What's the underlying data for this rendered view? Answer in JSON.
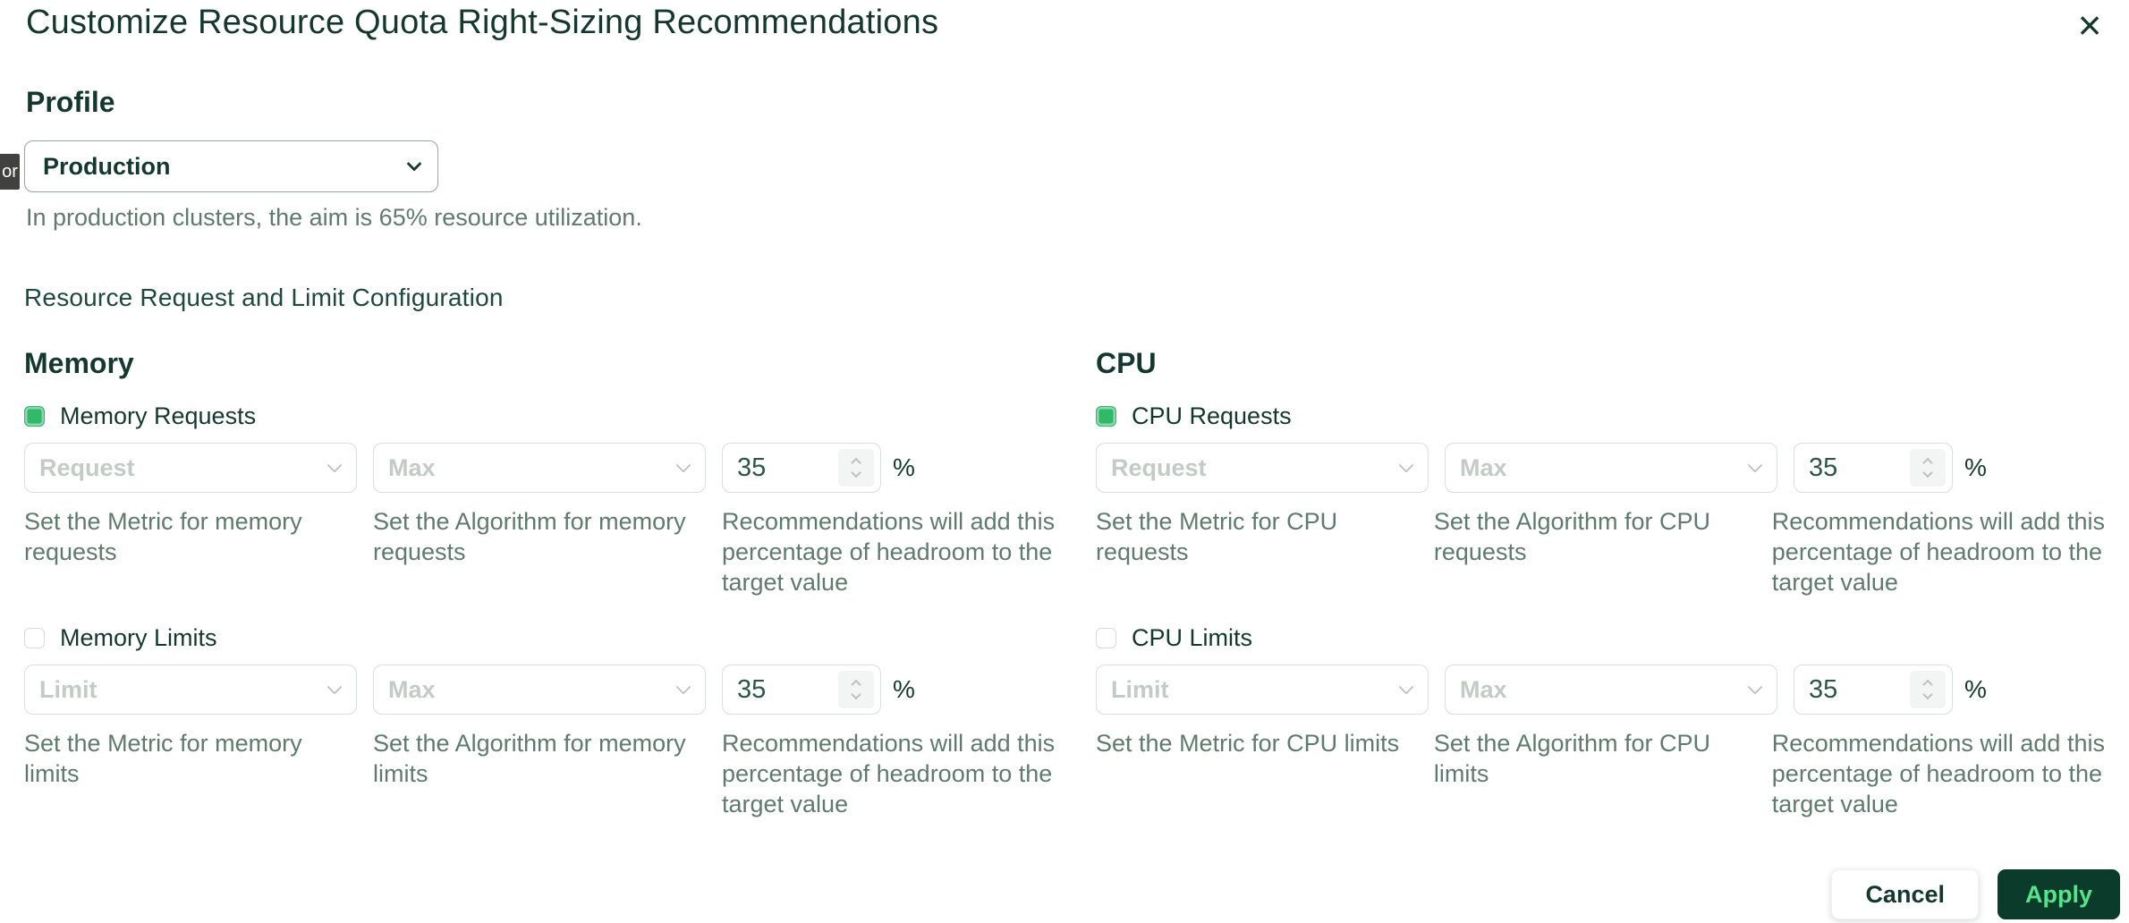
{
  "modal": {
    "title": "Customize Resource Quota Right-Sizing Recommendations",
    "close_glyph": "×"
  },
  "profile": {
    "heading": "Profile",
    "selected_value": "Production",
    "description": "In production clusters, the aim is 65% resource utilization.",
    "tooltip_fragment": "or"
  },
  "config": {
    "heading": "Resource Request and Limit Configuration",
    "columns": [
      {
        "heading": "Memory",
        "rows": [
          {
            "checkbox_label": "Memory Requests",
            "checked": true,
            "metric_placeholder": "Request",
            "algorithm_placeholder": "Max",
            "headroom_value": "35",
            "unit": "%",
            "metric_help": "Set the Metric for memory requests",
            "algorithm_help": "Set the Algorithm for memory requests",
            "headroom_help": "Recommendations will add this percentage of headroom to the target value"
          },
          {
            "checkbox_label": "Memory Limits",
            "checked": false,
            "metric_placeholder": "Limit",
            "algorithm_placeholder": "Max",
            "headroom_value": "35",
            "unit": "%",
            "metric_help": "Set the Metric for memory limits",
            "algorithm_help": "Set the Algorithm for memory limits",
            "headroom_help": "Recommendations will add this percentage of headroom to the target value"
          }
        ]
      },
      {
        "heading": "CPU",
        "rows": [
          {
            "checkbox_label": "CPU Requests",
            "checked": true,
            "metric_placeholder": "Request",
            "algorithm_placeholder": "Max",
            "headroom_value": "35",
            "unit": "%",
            "metric_help": "Set the Metric for CPU requests",
            "algorithm_help": "Set the Algorithm for CPU requests",
            "headroom_help": "Recommendations will add this percentage of headroom to the target value"
          },
          {
            "checkbox_label": "CPU Limits",
            "checked": false,
            "metric_placeholder": "Limit",
            "algorithm_placeholder": "Max",
            "headroom_value": "35",
            "unit": "%",
            "metric_help": "Set the Metric for CPU limits",
            "algorithm_help": "Set the Algorithm for CPU limits",
            "headroom_help": "Recommendations will add this percentage of headroom to the target value"
          }
        ]
      }
    ]
  },
  "footer": {
    "cancel_label": "Cancel",
    "apply_label": "Apply"
  },
  "colors": {
    "heading_green": "#14382d",
    "accent_green": "#2fb968",
    "apply_bg": "#0b3b2a",
    "apply_text": "#57e389",
    "helper_text": "#5f7a6f",
    "placeholder_text": "#c3cbc7"
  }
}
